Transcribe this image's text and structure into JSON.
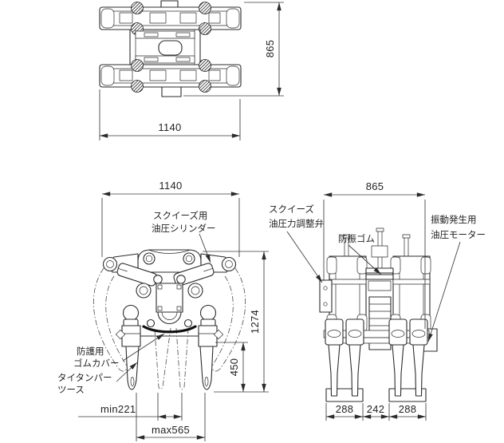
{
  "drawing": {
    "type": "technical-3-view-drawing",
    "subject": "tamping attachment (tie tamper) line drawing",
    "background": "#ffffff",
    "line_color": "#2b2b2b"
  },
  "dims": {
    "tv_depth": "865",
    "tv_width": "1140",
    "fv_width": "1140",
    "fv_total_height": "1274",
    "fv_tooth_length": "450",
    "fv_min_opening": "min221",
    "fv_max_opening": "max565",
    "sv_width": "865",
    "sv_left_pad": "288",
    "sv_center_gap": "242",
    "sv_right_pad": "288"
  },
  "labels": {
    "squeeze_cylinder_line1": "スクイーズ用",
    "squeeze_cylinder_line2": "油圧シリンダー",
    "guard_rubber_line1": "防護用",
    "guard_rubber_line2": "ゴムカバー",
    "tamper_tooth_line1": "タイタンパー",
    "tamper_tooth_line2": "ツース",
    "squeeze_valve_line1": "スクイーズ",
    "squeeze_valve_line2": "油圧力調整弁",
    "antivibration_rubber": "防振ゴム",
    "vibration_motor_line1": "振動発生用",
    "vibration_motor_line2": "油圧モーター"
  }
}
